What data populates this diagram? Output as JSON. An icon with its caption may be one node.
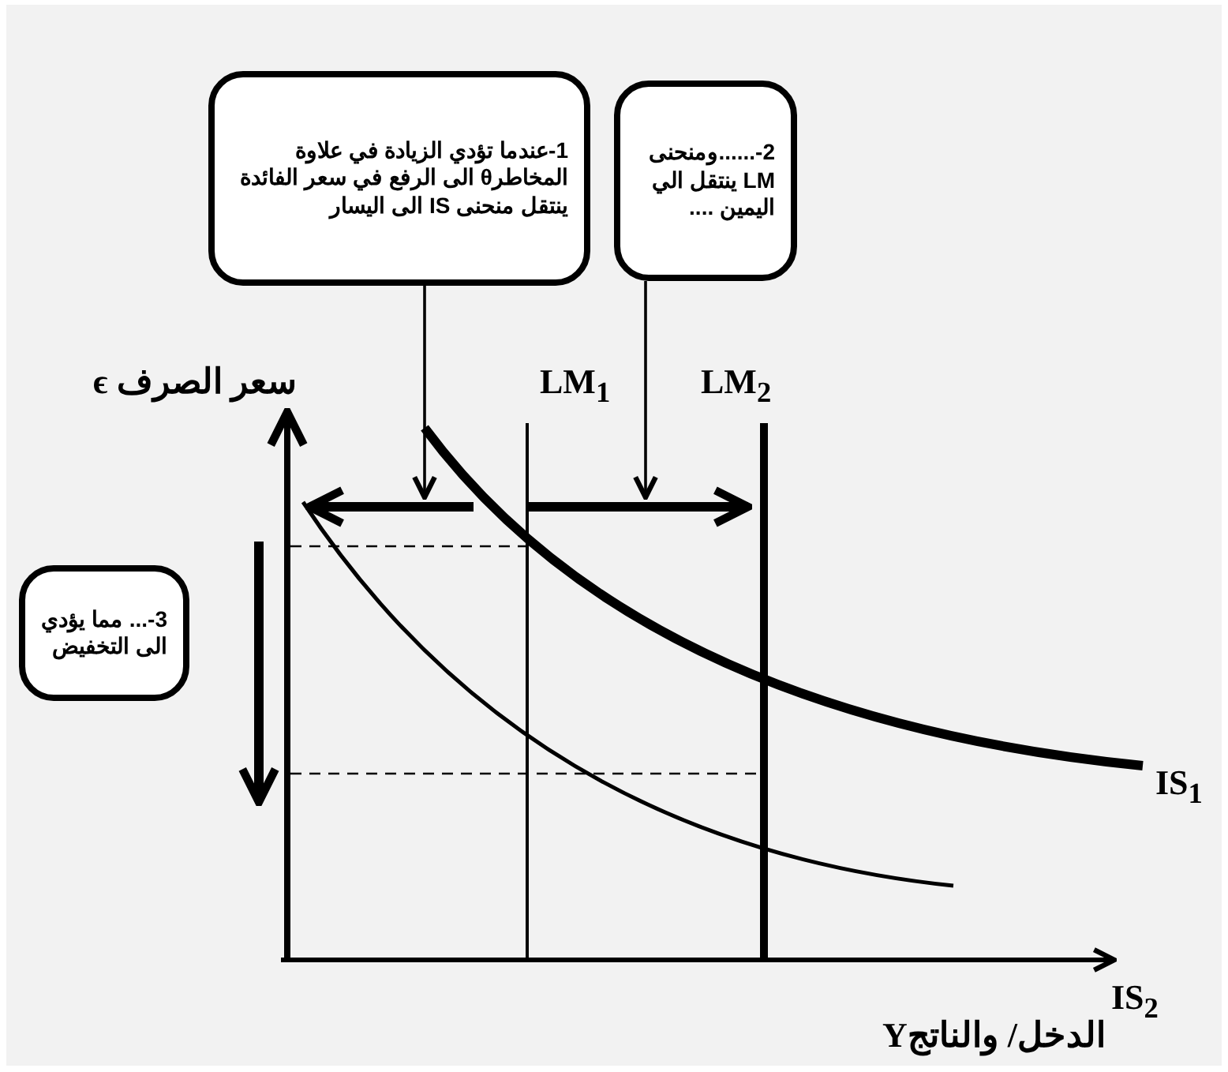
{
  "diagram": {
    "nodes": [
      {
        "text": [
          "1-عندما تؤدي الزيادة في علاوة المخاطرθ الى الرفع في سعر الفائدة ينتقل منحنى IS الى اليسار"
        ]
      },
      {
        "text": [
          "2-......ومنحنى LM ينتقل الي اليمين ...."
        ]
      },
      {
        "text": [
          "3-... مما يؤدي الى التخفيض"
        ]
      },
      {
        "text": [],
        "shape": "arrow"
      },
      {
        "text": [],
        "shape": "arrow"
      }
    ],
    "edges": [
      {
        "from": 0,
        "to": 3,
        "arrow": "to"
      },
      {
        "from": 1,
        "to": 4,
        "arrow": "to"
      }
    ],
    "labels": [
      "سعر الصرف ϵ",
      "LM$_{1}$",
      "LM$_{2}$",
      "IS$_{1}$",
      "IS$_{2}$",
      "الدخل/ والناتجY"
    ]
  }
}
